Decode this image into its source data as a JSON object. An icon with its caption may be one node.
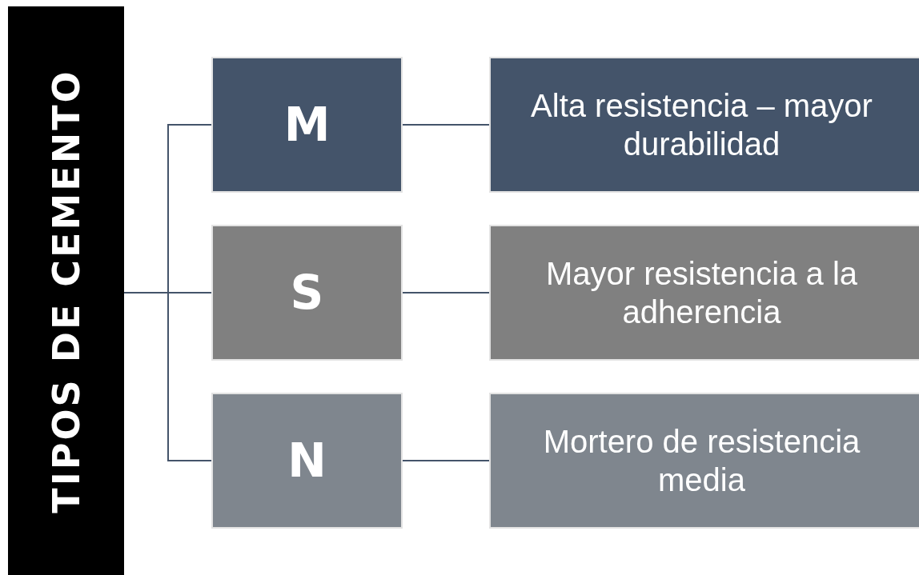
{
  "diagram": {
    "nodes": [
      {
        "text": [
          "TIPOS DE CEMENTO"
        ]
      },
      {
        "text": [
          "M"
        ]
      },
      {
        "text": [
          "Alta resistencia – mayor durabilidad"
        ]
      },
      {
        "text": [
          "S"
        ]
      },
      {
        "text": [
          "Mayor resistencia a la adherencia"
        ]
      },
      {
        "text": [
          "N"
        ]
      },
      {
        "text": [
          "Mortero de resistencia media"
        ]
      }
    ],
    "edges": [
      {
        "from": 0,
        "to": 1,
        "arrow": "none"
      },
      {
        "from": 0,
        "to": 3,
        "arrow": "none"
      },
      {
        "from": 0,
        "to": 5,
        "arrow": "none"
      },
      {
        "from": 1,
        "to": 2,
        "arrow": "none"
      },
      {
        "from": 3,
        "to": 4,
        "arrow": "none"
      },
      {
        "from": 5,
        "to": 6,
        "arrow": "none"
      }
    ]
  }
}
